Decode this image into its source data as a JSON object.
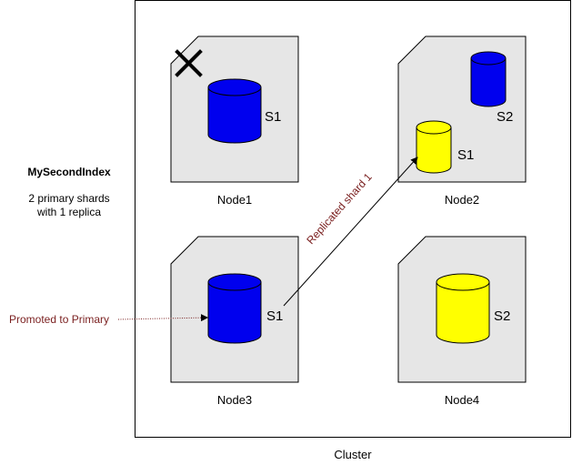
{
  "index": {
    "name": "MySecondIndex",
    "description_line1": "2 primary shards",
    "description_line2": "with 1 replica"
  },
  "cluster": {
    "label": "Cluster"
  },
  "nodes": [
    {
      "name": "Node1",
      "failed": true
    },
    {
      "name": "Node2",
      "failed": false
    },
    {
      "name": "Node3",
      "failed": false
    },
    {
      "name": "Node4",
      "failed": false
    }
  ],
  "shards": {
    "node1_s1": "S1",
    "node2_s2": "S2",
    "node2_s1": "S1",
    "node3_s1": "S1",
    "node4_s2": "S2"
  },
  "annotations": {
    "promoted": "Promoted to Primary",
    "replicated": "Replicated shard 1"
  },
  "colors": {
    "primary": "#0000ee",
    "replica": "#ffff00",
    "node_fill": "#e6e6e6",
    "annotation": "#7a1f1f",
    "failed_mark": "#000000"
  },
  "icons": {
    "failed": "x-mark-icon"
  }
}
